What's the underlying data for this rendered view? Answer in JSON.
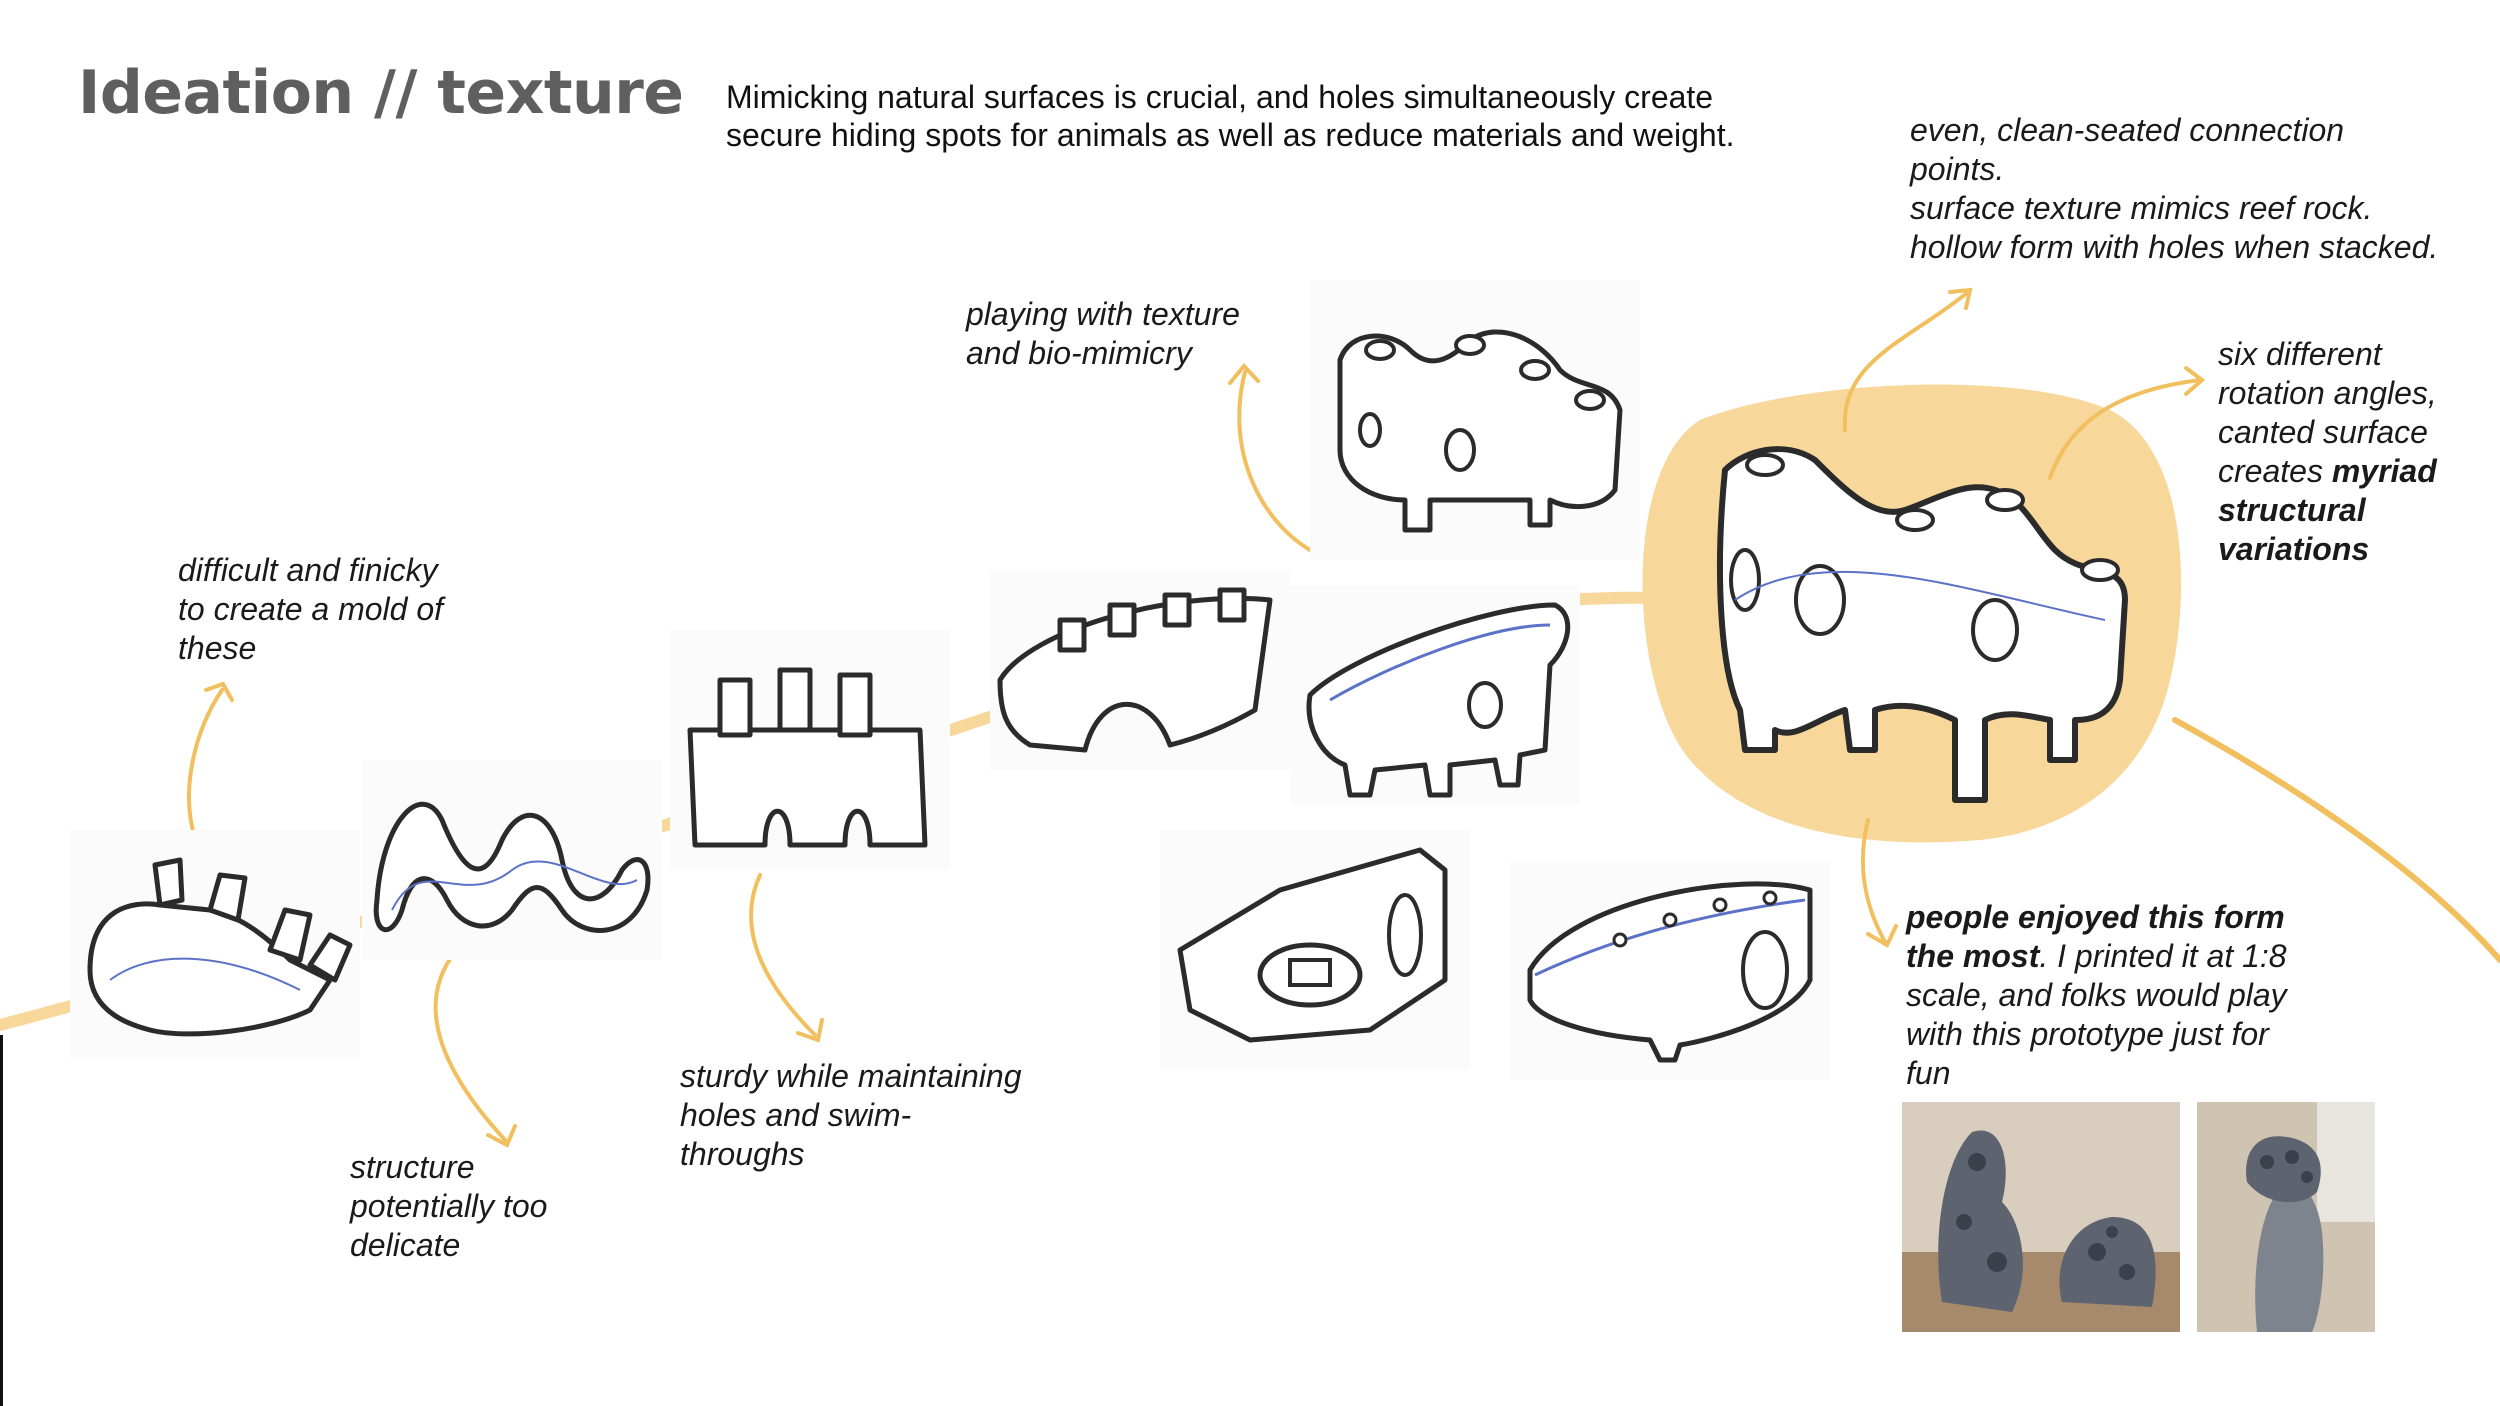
{
  "title": "Ideation // texture",
  "intro": {
    "line1": "Mimicking natural surfaces is crucial, and holes simultaneously create",
    "line2": "secure hiding spots for animals as well as reduce materials and weight."
  },
  "notes": {
    "mold": [
      "difficult and finicky",
      "to create a mold of",
      "these"
    ],
    "delicate": [
      "structure",
      "potentially too",
      "delicate"
    ],
    "sturdy": [
      "sturdy while maintaining",
      "holes and swim-",
      "throughs"
    ],
    "texture": [
      "playing with texture",
      "and bio-mimicry"
    ],
    "connection": [
      "even, clean-seated connection",
      "points.",
      "surface texture mimics reef rock.",
      "hollow form with holes when stacked."
    ],
    "rotation": {
      "lines": [
        "six different",
        "rotation angles,",
        "canted surface"
      ],
      "prefix": "creates ",
      "bold1": "myriad",
      "bold2": "structural",
      "bold3": "variations"
    },
    "people": {
      "bold1": "people enjoyed this form",
      "bold2": "the most",
      "rest2": ". I printed it at 1:8",
      "line3": "scale, and folks would play",
      "line4": "with this prototype just for",
      "line5": "fun"
    }
  },
  "colors": {
    "accent": "#f2bf5e",
    "highlight": "#f8d89a",
    "ink": "#2b2b2b",
    "blue_pencil": "#5b72c8",
    "photo_bg": "#b9a58e",
    "print_gray": "#5d6470"
  }
}
